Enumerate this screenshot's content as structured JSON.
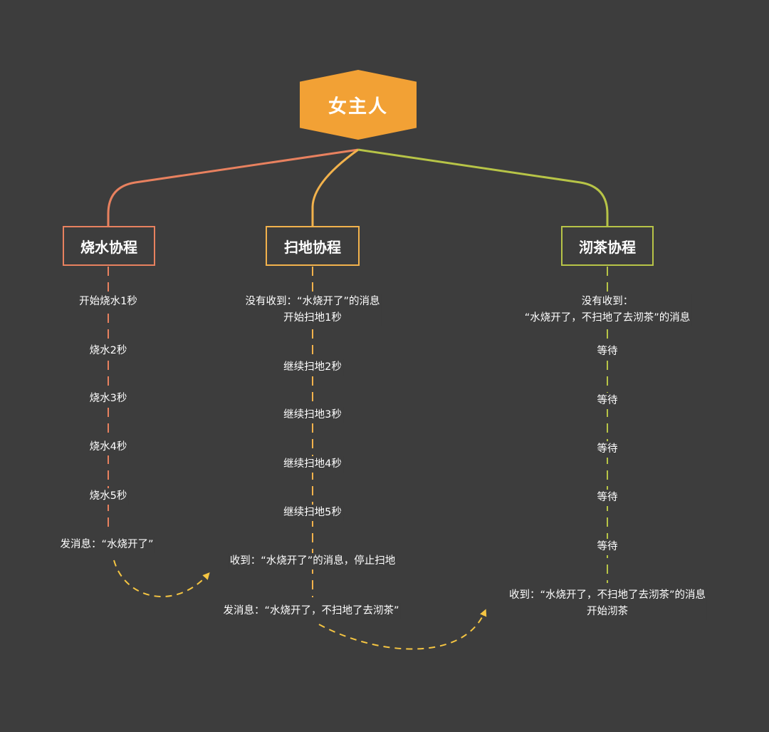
{
  "root": {
    "label": "女主人",
    "color": "#f2a135"
  },
  "columns": [
    {
      "title": "烧水协程",
      "color": "#e8815f",
      "steps": [
        {
          "lines": [
            "开始烧水1秒"
          ]
        },
        {
          "lines": [
            "烧水2秒"
          ]
        },
        {
          "lines": [
            "烧水3秒"
          ]
        },
        {
          "lines": [
            "烧水4秒"
          ]
        },
        {
          "lines": [
            "烧水5秒"
          ]
        },
        {
          "lines": [
            "发消息：“水烧开了”"
          ]
        }
      ]
    },
    {
      "title": "扫地协程",
      "color": "#f2b24c",
      "steps": [
        {
          "lines": [
            "没有收到：“水烧开了”的消息",
            "开始扫地1秒"
          ]
        },
        {
          "lines": [
            "继续扫地2秒"
          ]
        },
        {
          "lines": [
            "继续扫地3秒"
          ]
        },
        {
          "lines": [
            "继续扫地4秒"
          ]
        },
        {
          "lines": [
            "继续扫地5秒"
          ]
        },
        {
          "lines": [
            "收到：“水烧开了”的消息，停止扫地"
          ]
        },
        {
          "lines": [
            "发消息：“水烧开了，不扫地了去沏茶”"
          ]
        }
      ]
    },
    {
      "title": "沏茶协程",
      "color": "#b7c447",
      "steps": [
        {
          "lines": [
            "没有收到：",
            "“水烧开了，不扫地了去沏茶”的消息"
          ]
        },
        {
          "lines": [
            "等待"
          ]
        },
        {
          "lines": [
            "等待"
          ]
        },
        {
          "lines": [
            "等待"
          ]
        },
        {
          "lines": [
            "等待"
          ]
        },
        {
          "lines": [
            "等待"
          ]
        },
        {
          "lines": [
            "收到：“水烧开了，不扫地了去沏茶”的消息",
            "开始沏茶"
          ]
        }
      ]
    }
  ],
  "message_arrows": [
    {
      "from": "烧水协程",
      "to": "扫地协程",
      "color": "#f5c542"
    },
    {
      "from": "扫地协程",
      "to": "沏茶协程",
      "color": "#f5c542"
    }
  ]
}
